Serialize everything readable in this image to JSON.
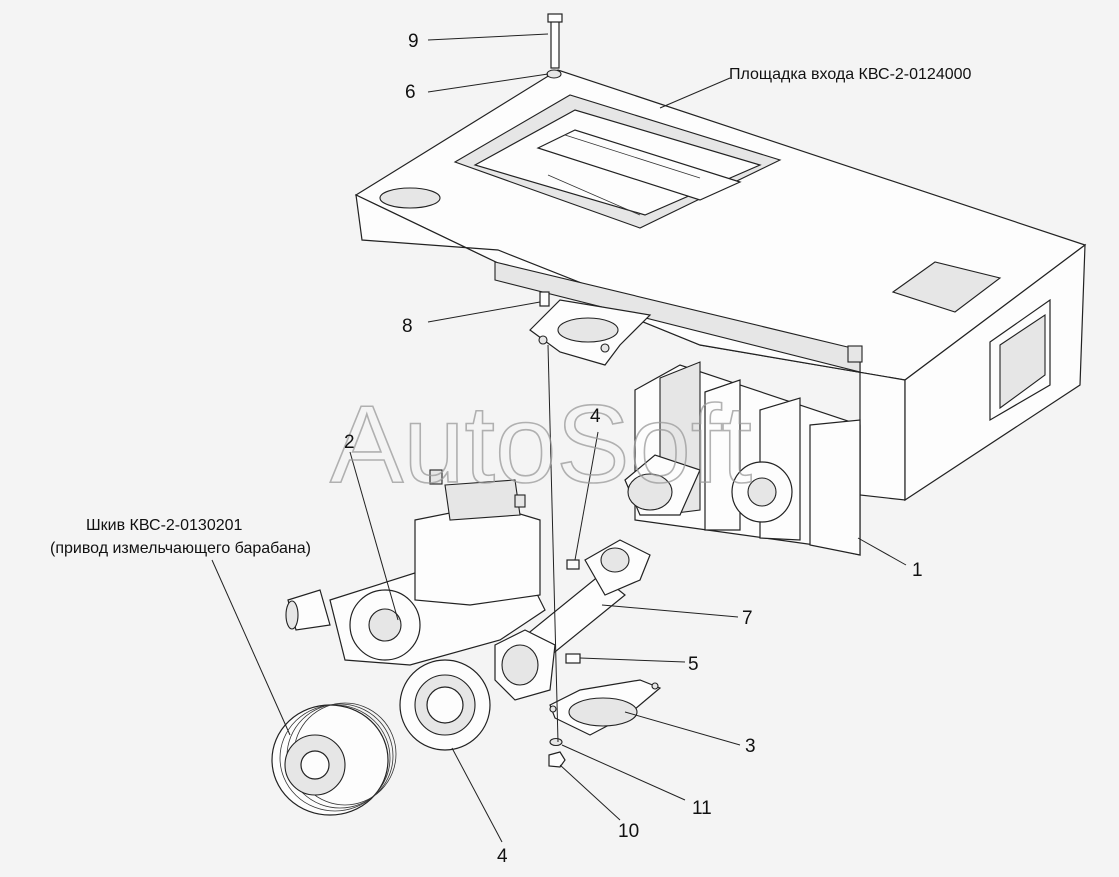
{
  "captions": {
    "platform": "Площадка входа КВС-2-0124000",
    "pulley_line1": "Шкив КВС-2-0130201",
    "pulley_line2": "(привод измельчающего барабана)"
  },
  "watermark": "AutoSoft",
  "callouts": [
    {
      "id": "c9",
      "text": "9"
    },
    {
      "id": "c6",
      "text": "6"
    },
    {
      "id": "c8",
      "text": "8"
    },
    {
      "id": "c2",
      "text": "2"
    },
    {
      "id": "c4a",
      "text": "4"
    },
    {
      "id": "c1",
      "text": "1"
    },
    {
      "id": "c7",
      "text": "7"
    },
    {
      "id": "c5",
      "text": "5"
    },
    {
      "id": "c3",
      "text": "3"
    },
    {
      "id": "c11",
      "text": "11"
    },
    {
      "id": "c10",
      "text": "10"
    },
    {
      "id": "c4b",
      "text": "4"
    }
  ]
}
